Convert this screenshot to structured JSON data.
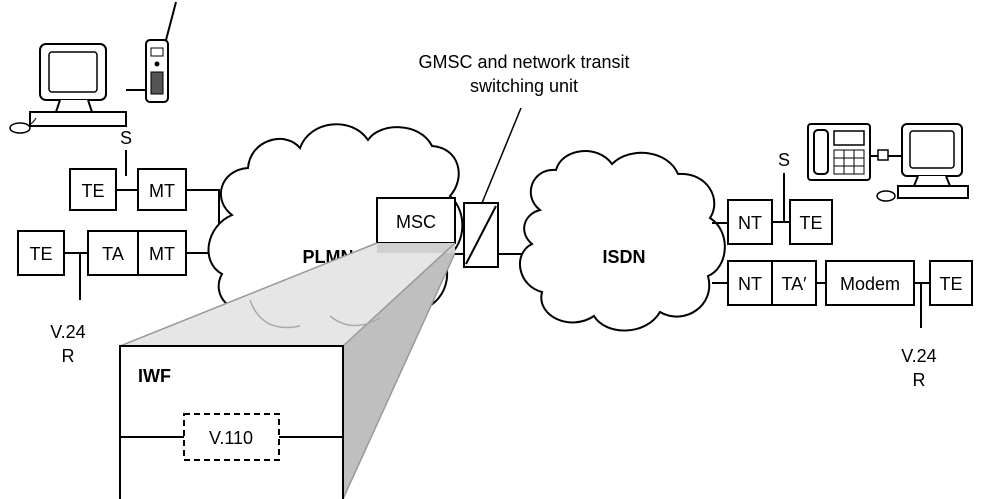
{
  "diagram": {
    "labels": {
      "gmsc_line1": "GMSC and network transit",
      "gmsc_line2": "switching unit",
      "plmn": "PLMN",
      "isdn": "ISDN",
      "msc": "MSC",
      "iwf": "IWF",
      "v110": "V.110",
      "left_s": "S",
      "right_s": "S",
      "left_v24": "V.24",
      "left_r": "R",
      "right_v24": "V.24",
      "right_r": "R"
    },
    "left_rows": {
      "row1": [
        "TE",
        "MT"
      ],
      "row2": [
        "TE",
        "TA",
        "MT"
      ]
    },
    "right_rows": {
      "row1": [
        "NT",
        "TE"
      ],
      "row2": [
        "NT",
        "TA′",
        "Modem",
        "TE"
      ]
    },
    "colors": {
      "stroke": "#000000",
      "wedge_fill": "#d0d0d0",
      "wedge_side": "#bfbfbf",
      "wedge_top": "#e6e6e6",
      "background": "#ffffff"
    }
  }
}
